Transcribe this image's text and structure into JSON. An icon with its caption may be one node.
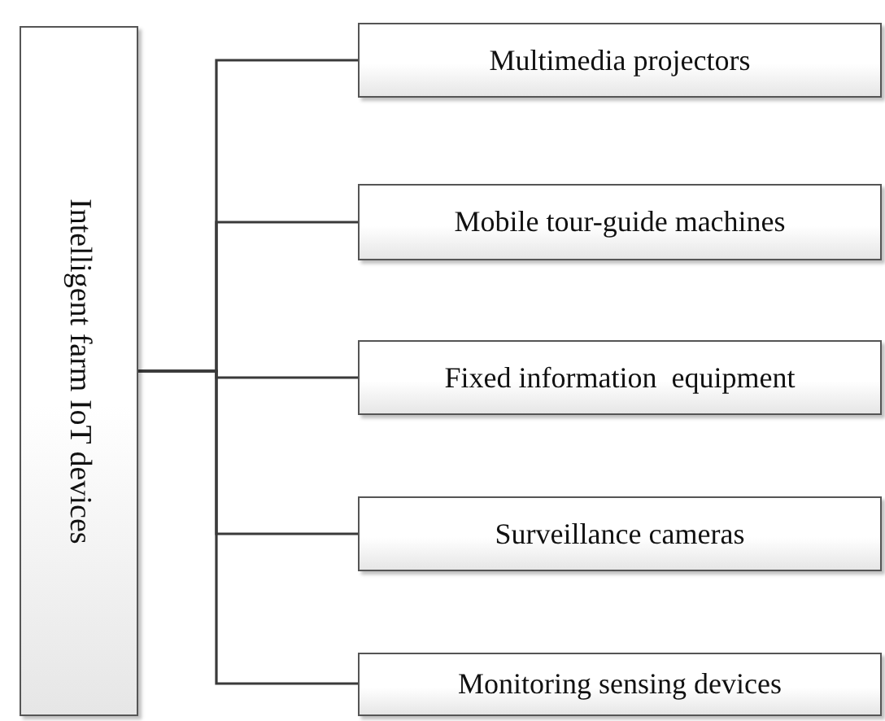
{
  "diagram": {
    "nodes": [
      {
        "text": [
          "Intelligent farm IoT devices"
        ]
      },
      {
        "text": [
          "Multimedia projectors"
        ]
      },
      {
        "text": [
          "Mobile tour-guide machines"
        ]
      },
      {
        "text": [
          "Fixed information  equipment"
        ]
      },
      {
        "text": [
          "Surveillance cameras"
        ]
      },
      {
        "text": [
          "Monitoring sensing devices"
        ]
      }
    ],
    "edges": [
      {
        "from": 0,
        "to": 1,
        "arrow": "none"
      },
      {
        "from": 0,
        "to": 2,
        "arrow": "none"
      },
      {
        "from": 0,
        "to": 3,
        "arrow": "none"
      },
      {
        "from": 0,
        "to": 4,
        "arrow": "none"
      },
      {
        "from": 0,
        "to": 5,
        "arrow": "none"
      }
    ]
  }
}
